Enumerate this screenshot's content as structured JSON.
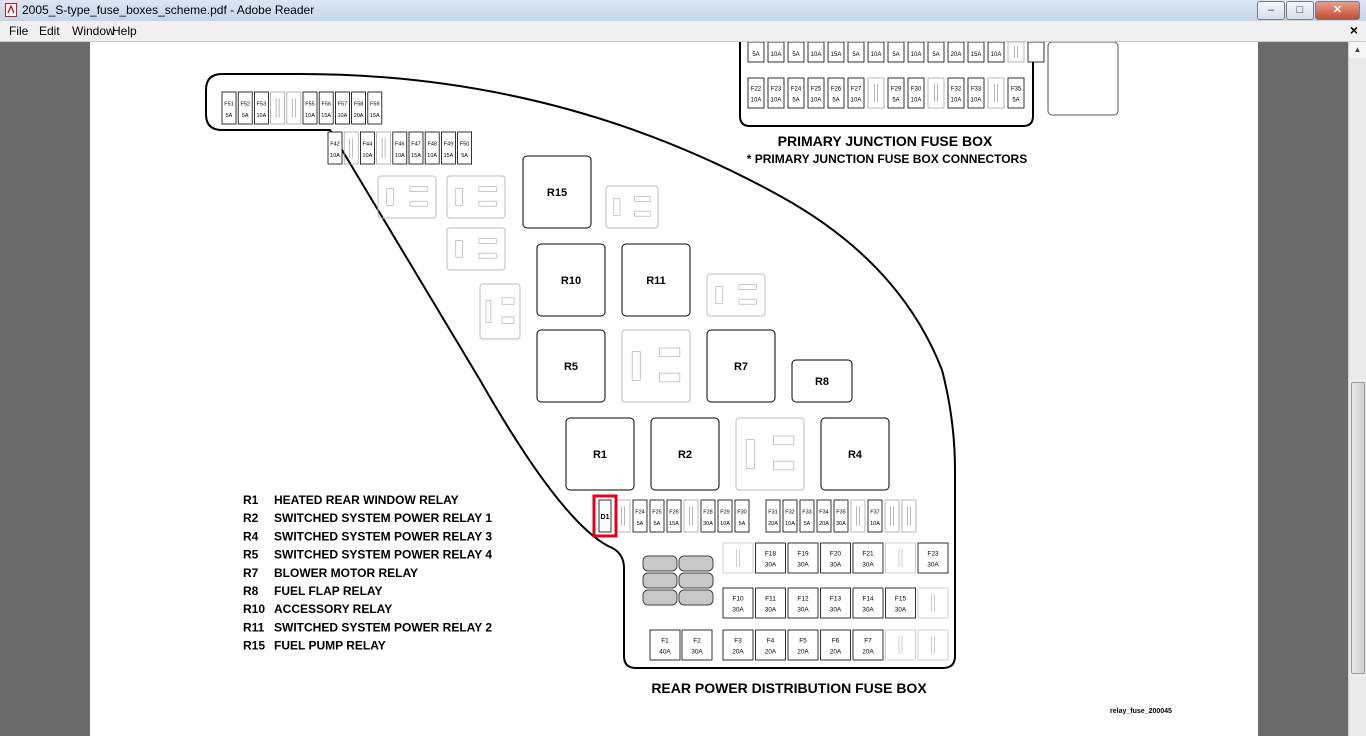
{
  "window": {
    "title": "2005_S-type_fuse_boxes_scheme.pdf - Adobe Reader",
    "minimize": "–",
    "maximize": "□",
    "close": "✕"
  },
  "menu": [
    "File",
    "Edit",
    "Window",
    "Help"
  ],
  "menu_close": "×",
  "icons": {
    "app": "pdf-document-icon"
  },
  "diagram": {
    "primary_title": "PRIMARY JUNCTION FUSE BOX",
    "primary_subtitle": "* PRIMARY JUNCTION FUSE BOX CONNECTORS",
    "rear_title": "REAR POWER DISTRIBUTION FUSE BOX",
    "footer_code": "relay_fuse_200045",
    "primary_top_values": [
      "5A",
      "10A",
      "5A",
      "10A",
      "15A",
      "5A",
      "10A",
      "5A",
      "10A",
      "5A",
      "20A",
      "15A",
      "10A"
    ],
    "primary_bottom": [
      {
        "id": "F22",
        "val": "10A"
      },
      {
        "id": "F23",
        "val": "10A"
      },
      {
        "id": "F24",
        "val": "5A"
      },
      {
        "id": "F25",
        "val": "10A"
      },
      {
        "id": "F26",
        "val": "5A"
      },
      {
        "id": "F27",
        "val": "10A"
      },
      {
        "id": "F29",
        "val": "5A"
      },
      {
        "id": "F30",
        "val": "10A"
      },
      {
        "id": "F32",
        "val": "10A"
      },
      {
        "id": "F33",
        "val": "10A"
      },
      {
        "id": "F35",
        "val": "5A"
      }
    ],
    "relays": [
      "R15",
      "R10",
      "R11",
      "R5",
      "R7",
      "R8",
      "R1",
      "R2",
      "R4"
    ],
    "d1": "D1",
    "top_fuses": [
      {
        "id": "F51",
        "val": "5A"
      },
      {
        "id": "F52",
        "val": "5A"
      },
      {
        "id": "F53",
        "val": "10A"
      },
      {
        "id": "F55",
        "val": "10A"
      },
      {
        "id": "F56",
        "val": "15A"
      },
      {
        "id": "F57",
        "val": "10A"
      },
      {
        "id": "F58",
        "val": "20A"
      },
      {
        "id": "F59",
        "val": "15A"
      }
    ],
    "second_fuses": [
      {
        "id": "F42",
        "val": "10A"
      },
      {
        "id": "F44",
        "val": "10A"
      },
      {
        "id": "F46",
        "val": "10A"
      },
      {
        "id": "F47",
        "val": "15A"
      },
      {
        "id": "F48",
        "val": "10A"
      },
      {
        "id": "F49",
        "val": "15A"
      },
      {
        "id": "F50",
        "val": "5A"
      }
    ],
    "mid_fuses": [
      {
        "id": "F24",
        "val": "5A"
      },
      {
        "id": "F25",
        "val": "5A"
      },
      {
        "id": "F26",
        "val": "15A"
      },
      {
        "id": "F28",
        "val": "30A"
      },
      {
        "id": "F29",
        "val": "10A"
      },
      {
        "id": "F30",
        "val": "5A"
      },
      {
        "id": "F31",
        "val": "20A"
      },
      {
        "id": "F32",
        "val": "10A"
      },
      {
        "id": "F33",
        "val": "5A"
      },
      {
        "id": "F34",
        "val": "20A"
      },
      {
        "id": "F35",
        "val": "30A"
      },
      {
        "id": "F37",
        "val": "10A"
      }
    ],
    "big_row1": [
      {
        "id": "F18",
        "val": "30A"
      },
      {
        "id": "F19",
        "val": "30A"
      },
      {
        "id": "F20",
        "val": "30A"
      },
      {
        "id": "F21",
        "val": "30A"
      },
      {
        "id": "F23",
        "val": "30A"
      }
    ],
    "big_row2": [
      {
        "id": "F10",
        "val": "30A"
      },
      {
        "id": "F11",
        "val": "30A"
      },
      {
        "id": "F12",
        "val": "30A"
      },
      {
        "id": "F13",
        "val": "30A"
      },
      {
        "id": "F14",
        "val": "30A"
      },
      {
        "id": "F15",
        "val": "30A"
      }
    ],
    "big_row3": [
      {
        "id": "F1",
        "val": "40A"
      },
      {
        "id": "F2",
        "val": "30A"
      },
      {
        "id": "F3",
        "val": "20A"
      },
      {
        "id": "F4",
        "val": "20A"
      },
      {
        "id": "F5",
        "val": "20A"
      },
      {
        "id": "F6",
        "val": "20A"
      },
      {
        "id": "F7",
        "val": "20A"
      }
    ],
    "legend": [
      {
        "code": "R1",
        "desc": "HEATED REAR WINDOW RELAY"
      },
      {
        "code": "R2",
        "desc": "SWITCHED SYSTEM POWER RELAY 1"
      },
      {
        "code": "R4",
        "desc": "SWITCHED SYSTEM POWER RELAY 3"
      },
      {
        "code": "R5",
        "desc": "SWITCHED SYSTEM POWER RELAY 4"
      },
      {
        "code": "R7",
        "desc": "BLOWER MOTOR RELAY"
      },
      {
        "code": "R8",
        "desc": "FUEL FLAP RELAY"
      },
      {
        "code": "R10",
        "desc": "ACCESSORY RELAY"
      },
      {
        "code": "R11",
        "desc": "SWITCHED SYSTEM POWER RELAY 2"
      },
      {
        "code": "R15",
        "desc": "FUEL PUMP RELAY"
      }
    ]
  }
}
